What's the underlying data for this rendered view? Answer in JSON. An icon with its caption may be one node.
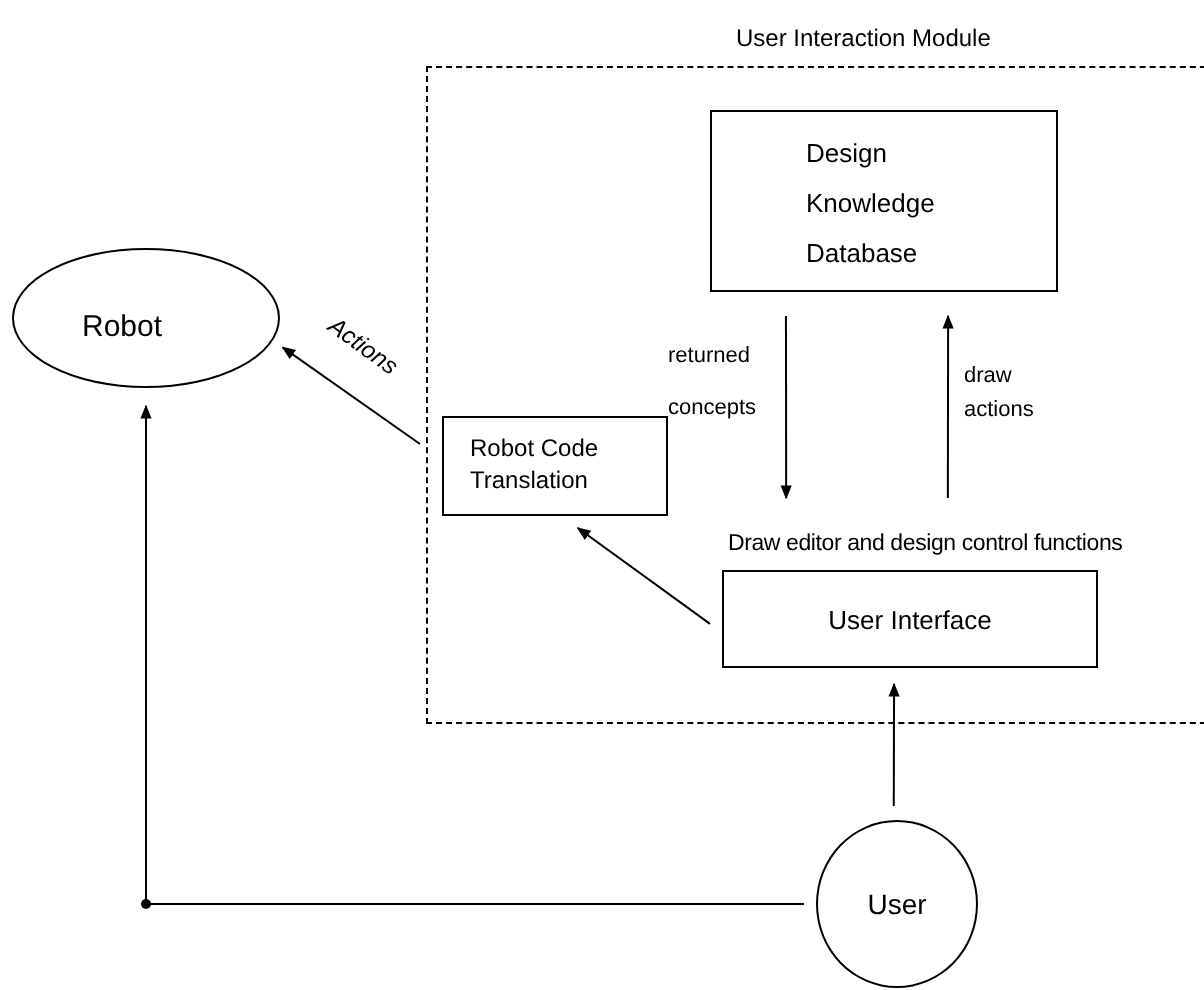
{
  "diagram": {
    "nodes": [
      {
        "text": [
          "User Interaction Module"
        ]
      },
      {
        "text": [
          "Robot"
        ]
      },
      {
        "text": [
          "Design Knowledge Database"
        ],
        "in": 0
      },
      {
        "text": [
          "Robot Code Translation"
        ],
        "in": 0
      },
      {
        "text": [
          "User Interface"
        ],
        "in": 0,
        "beside": [
          "Draw editor and design control functions"
        ]
      },
      {
        "text": [
          "User"
        ]
      }
    ],
    "edges": [
      {
        "from": 3,
        "to": 1,
        "arrow": "to",
        "label": "Actions"
      },
      {
        "from": 2,
        "to": 4,
        "arrow": "to",
        "label": "returned concepts"
      },
      {
        "from": 4,
        "to": 2,
        "arrow": "to",
        "label": "draw actions"
      },
      {
        "from": 4,
        "to": 3,
        "arrow": "to"
      },
      {
        "from": 5,
        "to": 4,
        "arrow": "to"
      },
      {
        "from": 5,
        "to": 1,
        "arrow": "to"
      }
    ]
  }
}
